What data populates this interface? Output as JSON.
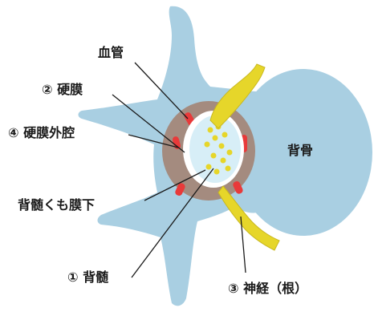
{
  "labels": {
    "blood_vessel": "血管",
    "dura": "② 硬膜",
    "epidural_space": "④ 硬膜外腔",
    "vertebral_body": "背骨",
    "subarachnoid": "背髄くも膜下",
    "spinal_cord": "① 背髄",
    "nerve_root": "③ 神経（根）"
  },
  "colors": {
    "bone": "#a9cfe2",
    "dura": "#a48b7f",
    "vessel": "#e83a3a",
    "csf": "#d7eef7",
    "nerve": "#e6d62a",
    "line": "#1a1a1a"
  }
}
